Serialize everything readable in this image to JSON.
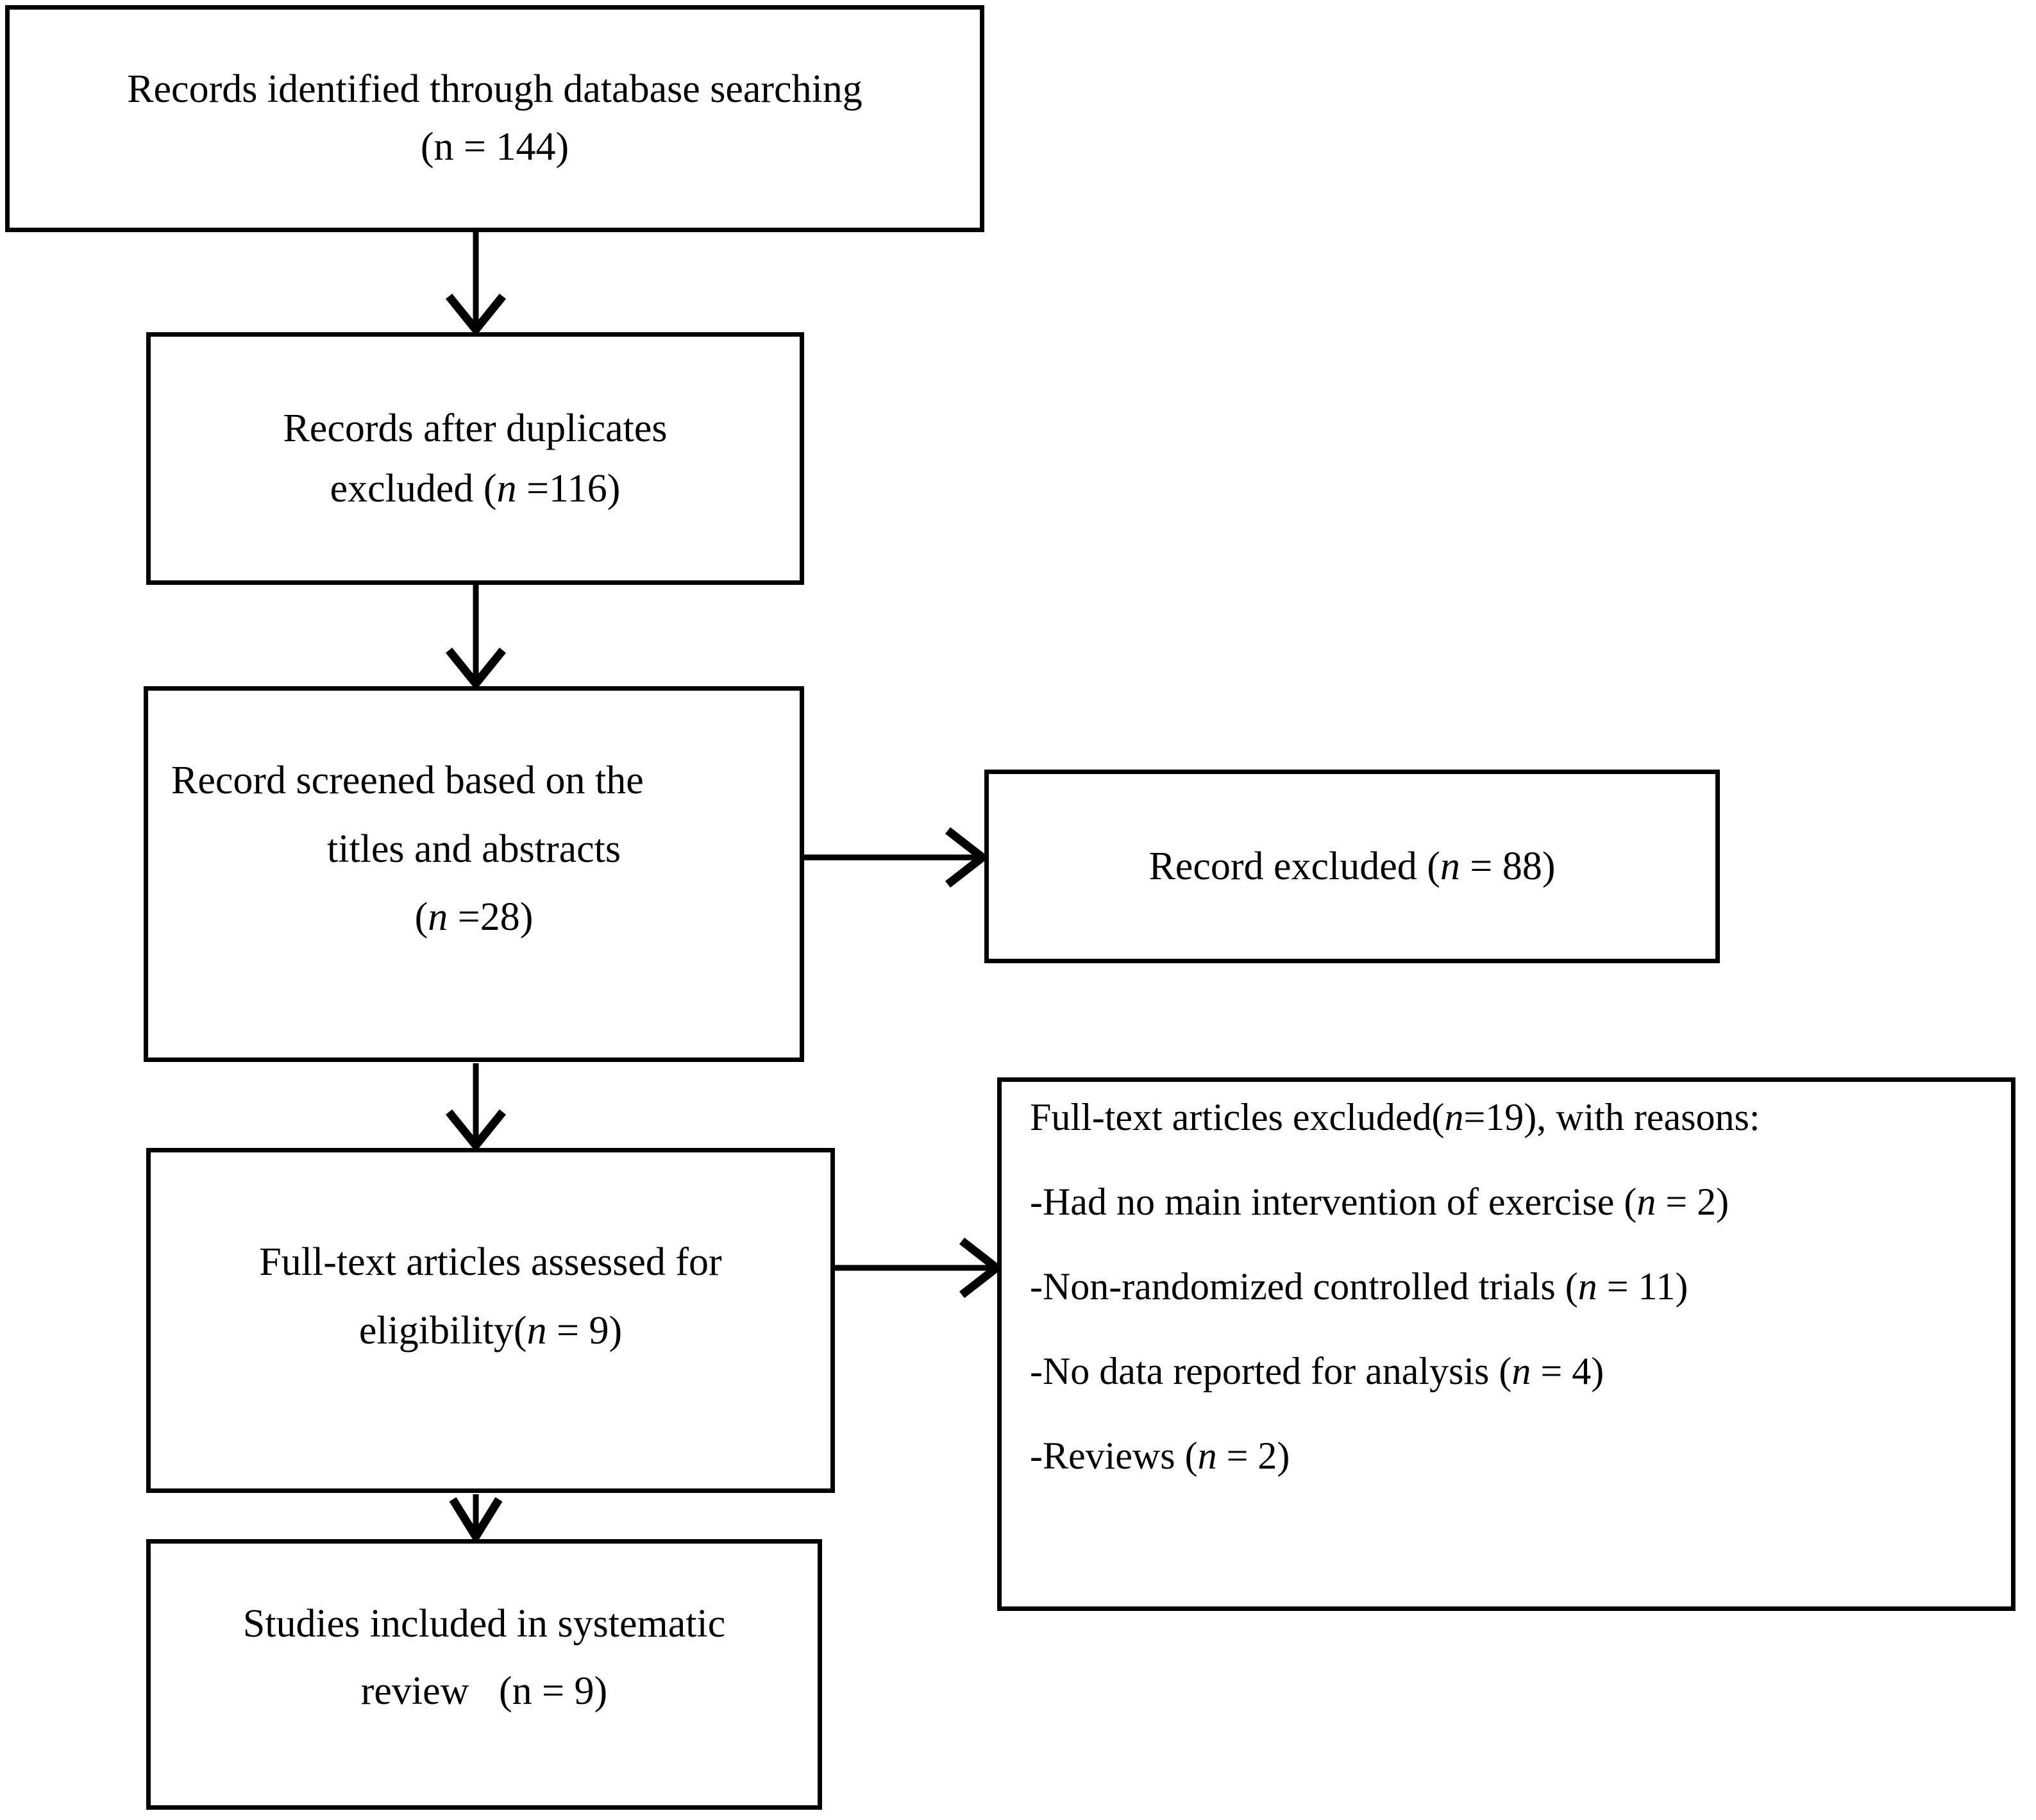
{
  "diagram": {
    "title": "PRISMA study selection flow diagram",
    "type": "flowchart",
    "boxes": {
      "identified": {
        "name": "records-identified",
        "line1": "Records identified through database searching",
        "line2": "(n = 144)",
        "count": 144
      },
      "duplicates": {
        "name": "records-after-duplicates",
        "line1": "Records after duplicates",
        "line2_pre": "excluded (",
        "line2_italic": "n",
        "line2_post": " =116)",
        "count": 116
      },
      "screened": {
        "name": "records-screened",
        "line1": "Record screened based on the",
        "line2": "titles and abstracts",
        "line3_pre": "(",
        "line3_italic": "n",
        "line3_post": " =28)",
        "count": 28
      },
      "record_excluded": {
        "name": "records-excluded",
        "line1_pre": "Record excluded (",
        "line1_italic": "n",
        "line1_post": " = 88)",
        "count": 88
      },
      "fulltext_assessed": {
        "name": "fulltext-assessed",
        "line1": "Full-text articles assessed for",
        "line2_pre": "eligibility(",
        "line2_italic": "n",
        "line2_post": " = 9)",
        "count": 9
      },
      "fulltext_excluded": {
        "name": "fulltext-excluded",
        "heading_pre": "Full-text articles excluded(",
        "heading_italic": "n",
        "heading_post": "=19), with reasons:",
        "total": 19,
        "reasons": [
          {
            "pre": "-Had no main intervention of exercise (",
            "italic": "n",
            "post": " = 2)",
            "count": 2
          },
          {
            "pre": "-Non-randomized controlled trials (",
            "italic": "n",
            "post": " = 11)",
            "count": 11
          },
          {
            "pre": "-No data reported for analysis (",
            "italic": "n",
            "post": " = 4)",
            "count": 4
          },
          {
            "pre": "-Reviews (",
            "italic": "n",
            "post": " = 2)",
            "count": 2
          }
        ]
      },
      "included": {
        "name": "studies-included",
        "line1": "Studies included in systematic",
        "line2": "review   (n = 9)",
        "count": 9
      }
    },
    "connectors": [
      {
        "name": "arrow-identified-to-duplicates",
        "direction": "down"
      },
      {
        "name": "arrow-duplicates-to-screened",
        "direction": "down"
      },
      {
        "name": "arrow-screened-to-records-excluded",
        "direction": "right"
      },
      {
        "name": "arrow-screened-to-fulltext",
        "direction": "down"
      },
      {
        "name": "arrow-fulltext-to-fulltext-excluded",
        "direction": "right"
      },
      {
        "name": "arrow-fulltext-to-included",
        "direction": "down"
      }
    ],
    "colors": {
      "background": "#ffffff",
      "border": "#000000",
      "text": "#000000"
    }
  }
}
